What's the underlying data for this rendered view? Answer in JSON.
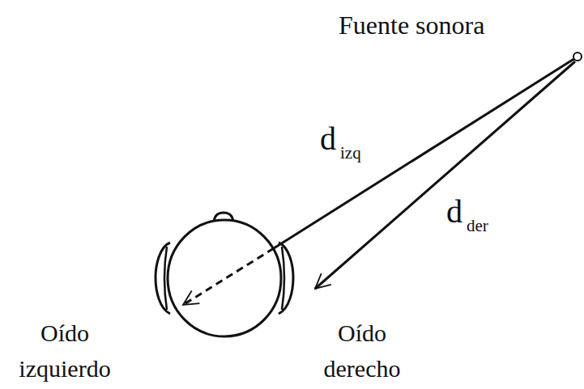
{
  "diagram": {
    "labels": [
      "Fuente sonora",
      "d",
      "izq",
      "d",
      "der",
      "Oído izquierdo",
      "Oído derecho"
    ]
  }
}
